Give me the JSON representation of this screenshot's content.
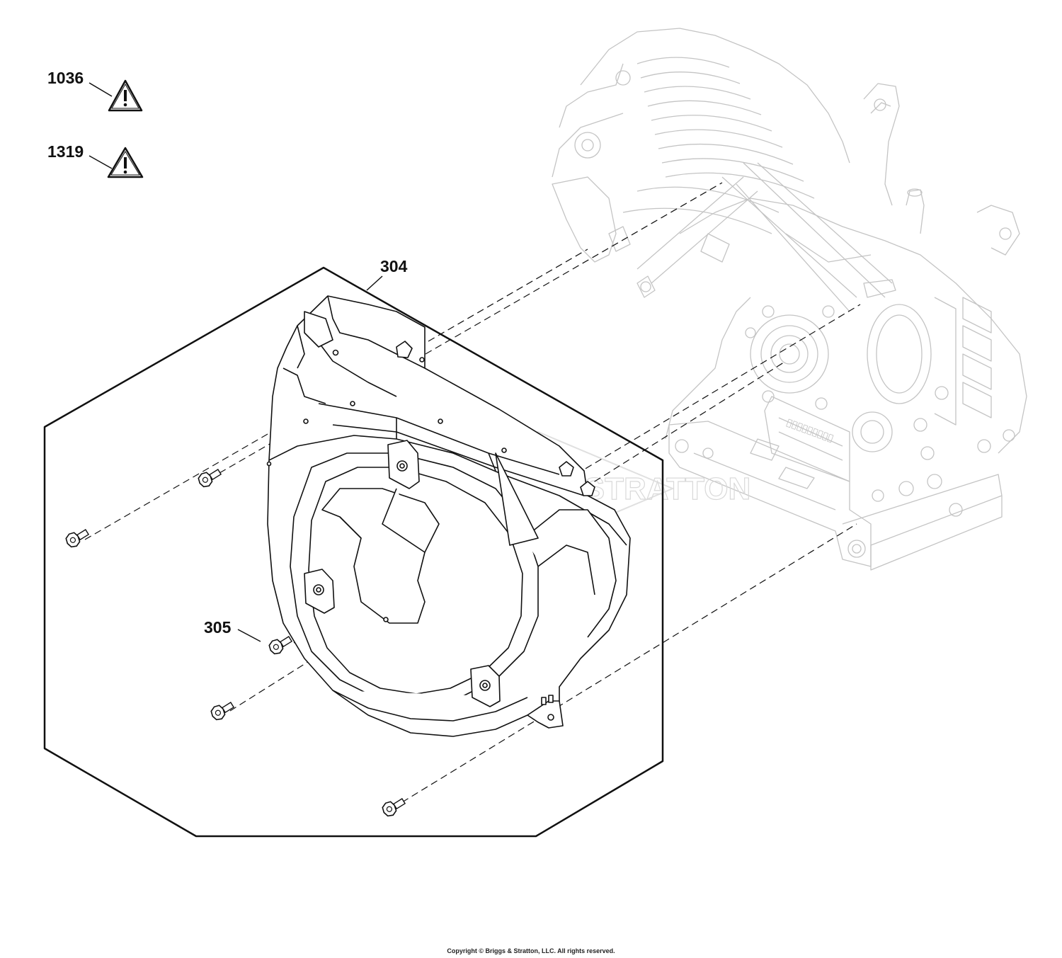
{
  "callouts": {
    "warning_1": "1036",
    "warning_2": "1319",
    "housing": "304",
    "screw": "305"
  },
  "watermark": "BRIGGS & STRATTON",
  "footer": {
    "copyright": "Copyright © Briggs & Stratton, LLC. All rights reserved."
  },
  "colors": {
    "line": "#111111",
    "ghost": "#c4c4c4",
    "watermark": "#d9d9d9"
  },
  "icons": [
    "warning-icon",
    "bolt-icon"
  ]
}
